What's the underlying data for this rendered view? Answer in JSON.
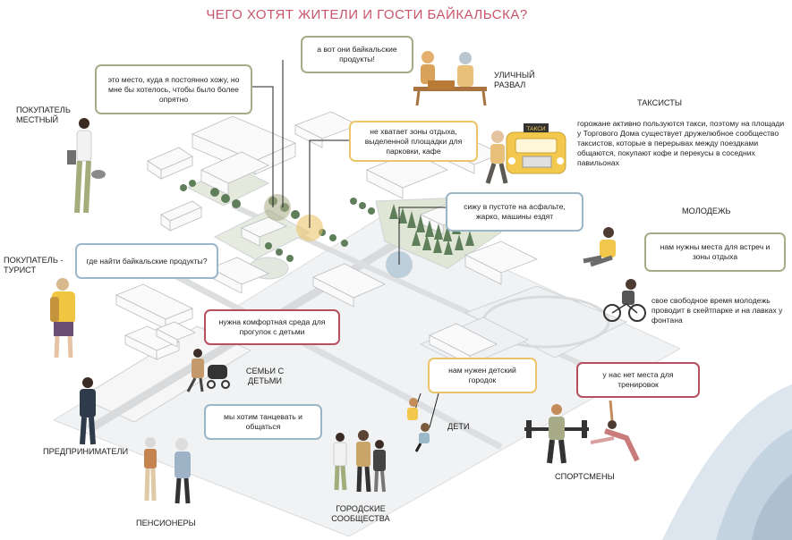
{
  "title": "ЧЕГО ХОТЯТ ЖИТЕЛИ И ГОСТИ БАЙКАЛЬСКА?",
  "colors": {
    "title": "#c9556a",
    "olive": "#a7ab87",
    "yellow": "#ecc56a",
    "blue": "#9ab7c9",
    "red": "#b5505e"
  },
  "bubbles": {
    "local_buyer": "это место, куда я постоянно хожу, но мне бы хотелось, чтобы было более опрятно",
    "street_market": "а вот они байкальские продукты!",
    "parking": "не хватает зоны отдыха, выделенной площадки для парковки, кафе",
    "asphalt": "сижу в пустоте на асфальте, жарко, машины ездят",
    "tourist": "где найти байкальские продукты?",
    "youth": "нам нужны места для встреч и зоны отдыха",
    "families": "нужна комфортная среда для прогулок с детьми",
    "kids": "нам нужен детский городок",
    "sportsmen": "у нас нет места для тренировок",
    "pensioners": "мы хотим танцевать и общаться"
  },
  "notes": {
    "taxi": "горожане активно пользуются такси, поэтому на площади у Торгового Дома существует дружелюбное сообщество таксистов, которые в перерывах между поездками общаются, покупают кофе и перекусы в соседних павильонах",
    "youth": "свое свободное время молодежь проводит в скейтпарке и на лавках у фонтана"
  },
  "labels": {
    "local_buyer": "ПОКУПАТЕЛЬ МЕСТНЫЙ",
    "street_market": "УЛИЧНЫЙ РАЗВАЛ",
    "taxi": "ТАКСИСТЫ",
    "youth": "МОЛОДЕЖЬ",
    "tourist": "ПОКУПАТЕЛЬ - ТУРИСТ",
    "families": "СЕМЬИ С ДЕТЬМИ",
    "kids": "ДЕТИ",
    "entrepreneurs": "ПРЕДПРИНИМАТЕЛИ",
    "pensioners": "ПЕНСИОНЕРЫ",
    "communities": "ГОРОДСКИЕ СООБЩЕСТВА",
    "sportsmen": "СПОРТСМЕНЫ"
  },
  "taxi_sign": "ТАКСИ"
}
